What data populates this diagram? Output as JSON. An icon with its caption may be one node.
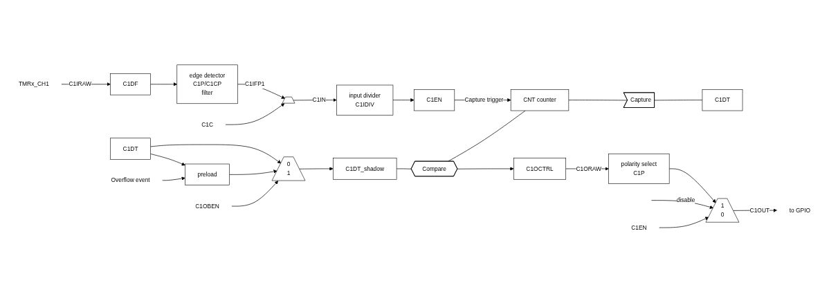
{
  "diagram": {
    "nodes": [
      {
        "text": [
          "TMRx_CH1"
        ]
      },
      {
        "text": [
          "C1DF"
        ]
      },
      {
        "text": [
          "edge detector",
          "C1P/C1CP",
          "filter"
        ]
      },
      {
        "text": [],
        "shape": "trapezoid"
      },
      {
        "text": [
          "C1C"
        ]
      },
      {
        "text": [
          "input divider",
          "C1IDIV"
        ]
      },
      {
        "text": [
          "C1EN"
        ]
      },
      {
        "text": [
          "C1DT"
        ]
      },
      {
        "text": [
          "preload"
        ]
      },
      {
        "text": [
          "Overflow event"
        ]
      },
      {
        "text": [
          "0",
          "1"
        ]
      },
      {
        "text": [
          "C1OBEN"
        ]
      },
      {
        "text": [
          "C1DT_shadow"
        ]
      },
      {
        "text": [
          "Compare"
        ]
      },
      {
        "text": [
          "CNT counter"
        ]
      },
      {
        "text": [
          "Capture"
        ]
      },
      {
        "text": [
          "C1DT"
        ]
      },
      {
        "text": [
          "C1OCTRL"
        ]
      },
      {
        "text": [
          "polarity select",
          "C1P"
        ]
      },
      {
        "text": [
          "1",
          "0"
        ]
      },
      {
        "text": [
          "C1EN"
        ]
      },
      {
        "text": [
          "to GPIO"
        ]
      }
    ],
    "edges": [
      {
        "from": 0,
        "to": 1,
        "arrow": "to",
        "label": "C1IRAW"
      },
      {
        "from": 1,
        "to": 2,
        "arrow": "to"
      },
      {
        "from": 2,
        "to": 3,
        "arrow": "to",
        "label": "C1IFP1"
      },
      {
        "from": 4,
        "to": 3,
        "arrow": "to"
      },
      {
        "from": 3,
        "to": 5,
        "arrow": "to",
        "label": "C1IN"
      },
      {
        "from": 5,
        "to": 6,
        "arrow": "to"
      },
      {
        "from": 6,
        "to": 14,
        "arrow": "to",
        "label": "Capture trigger"
      },
      {
        "from": 7,
        "to": 10,
        "arrow": "to"
      },
      {
        "from": 7,
        "to": 8,
        "arrow": "to"
      },
      {
        "from": 8,
        "to": 10,
        "arrow": "to"
      },
      {
        "from": 9,
        "to": 8,
        "arrow": "to"
      },
      {
        "from": 11,
        "to": 10,
        "arrow": "to"
      },
      {
        "from": 10,
        "to": 12,
        "arrow": "to"
      },
      {
        "from": 12,
        "to": 13,
        "arrow": "none"
      },
      {
        "from": 13,
        "to": 14,
        "arrow": "none"
      },
      {
        "from": 14,
        "to": 15,
        "arrow": "none"
      },
      {
        "from": 15,
        "to": 16,
        "arrow": "none"
      },
      {
        "from": 13,
        "to": 17,
        "arrow": "to"
      },
      {
        "from": 17,
        "to": 18,
        "arrow": "to",
        "label": "C1ORAW"
      },
      {
        "from": 18,
        "to": 19,
        "arrow": "to"
      },
      {
        "from": null,
        "to": 19,
        "arrow": "to",
        "label": "disable"
      },
      {
        "from": 20,
        "to": 19,
        "arrow": "to"
      },
      {
        "from": 19,
        "to": 21,
        "arrow": "to",
        "label": "C1OUT"
      }
    ]
  }
}
